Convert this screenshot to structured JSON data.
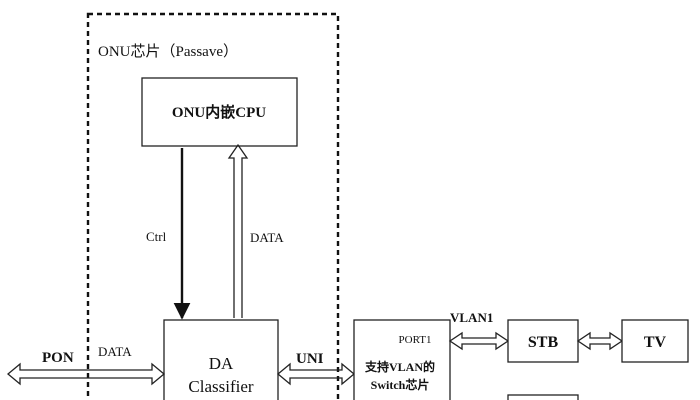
{
  "chip": {
    "label": "ONU芯片（Passave）"
  },
  "cpu": {
    "label": "ONU内嵌CPU"
  },
  "classifier": {
    "line1": "DA",
    "line2": "Classifier"
  },
  "switch": {
    "port": "PORT1",
    "line1": "支持VLAN的",
    "line2": "Switch芯片"
  },
  "stb": {
    "label": "STB"
  },
  "tv": {
    "label": "TV"
  },
  "labels": {
    "ctrl": "Ctrl",
    "data_up": "DATA",
    "pon": "PON",
    "data_in": "DATA",
    "uni": "UNI",
    "vlan1": "VLAN1"
  }
}
